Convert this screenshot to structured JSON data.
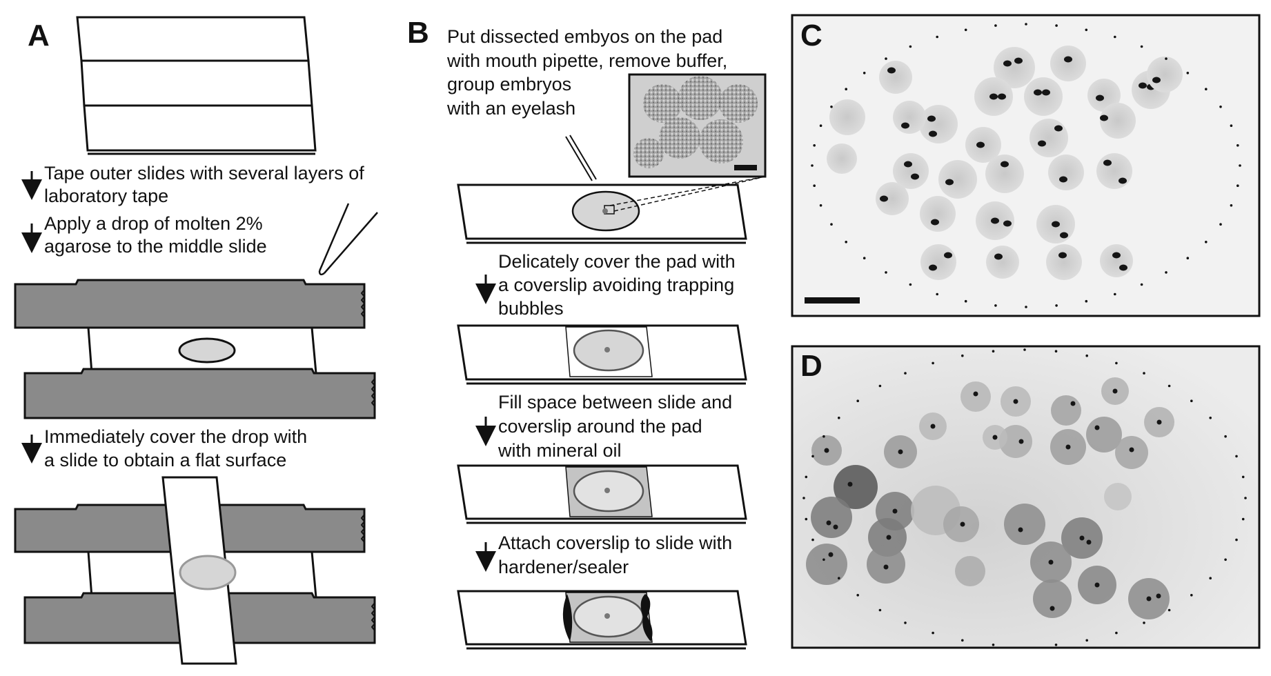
{
  "panels": {
    "a": {
      "letter": "A",
      "steps": [
        {
          "lines": [
            "Tape outer slides with several layers of",
            "laboratory tape"
          ]
        },
        {
          "lines": [
            "Apply a drop of molten 2%",
            "agarose to the middle slide"
          ]
        },
        {
          "lines": [
            "Immediately cover the drop with",
            "a slide to obtain a flat surface"
          ]
        }
      ]
    },
    "b": {
      "letter": "B",
      "intro": [
        "Put dissected embyos on the pad",
        "with mouth pipette, remove buffer,",
        "group embryos",
        "with an eyelash"
      ],
      "steps": [
        {
          "lines": [
            "Delicately cover the pad with",
            "a coverslip avoiding trapping",
            "bubbles"
          ]
        },
        {
          "lines": [
            "Fill space between slide and",
            "coverslip around the pad",
            "with mineral oil"
          ]
        },
        {
          "lines": [
            "Attach coverslip to slide with",
            "hardener/sealer"
          ]
        }
      ]
    },
    "c": {
      "letter": "C"
    },
    "d": {
      "letter": "D"
    }
  },
  "colors": {
    "tape": "#8a8a8a",
    "outline": "#111111",
    "agarose": "#d6d6d6",
    "oil": "#c4c4c4",
    "micro_bg_c": "#f2f2f2",
    "micro_bg_d": "#e4e4e4"
  },
  "icons": [
    "down-arrow-icon",
    "pipette-icon",
    "eyelash-icon",
    "scale-bar"
  ]
}
